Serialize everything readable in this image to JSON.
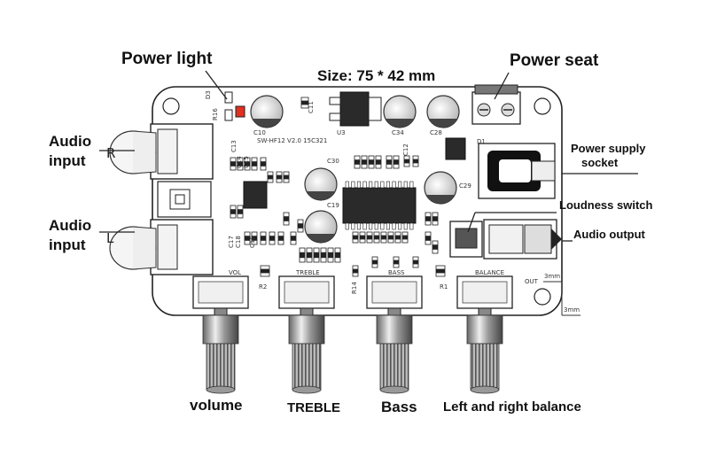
{
  "labels": {
    "power_light": "Power light",
    "size": "Size: 75 * 42 mm",
    "power_seat": "Power seat",
    "audio_input_r_line1": "Audio",
    "audio_input_r_line2": "input",
    "audio_input_l_line1": "Audio",
    "audio_input_l_line2": "input",
    "power_supply_line1": "Power supply",
    "power_supply_line2": "socket",
    "loudness_switch": "Loudness switch",
    "audio_output": "Audio output",
    "volume": "volume",
    "treble": "TREBLE",
    "bass": "Bass",
    "balance": "Left and right balance"
  },
  "board": {
    "model": "SW-HF12 V2.0 15C321",
    "channel_r": "R",
    "channel_l": "L",
    "knob_vol": "VOL",
    "knob_treble": "TREBLE",
    "knob_bass": "BASS",
    "knob_balance": "BALANCE",
    "out": "OUT",
    "dim_3mm_top": "3mm",
    "dim_3mm_right": "3mm",
    "refs": {
      "d3": "D3",
      "r16": "R16",
      "c10": "C10",
      "c11": "C11",
      "u3": "U3",
      "c34": "C34",
      "c28": "C28",
      "d1": "D1",
      "c13": "C13",
      "c12": "C12",
      "c14": "C14",
      "c15": "C15",
      "c16": "C16",
      "c17": "C17",
      "c18": "C18",
      "c29": "C29",
      "c30": "C30",
      "c19": "C19",
      "r2": "R2",
      "r14": "R14",
      "r1": "R1"
    }
  },
  "colors": {
    "led": "#e03020",
    "pcb_outline": "#222222",
    "capacitor": "#e8e8e8",
    "chip": "#2a2a2a"
  }
}
